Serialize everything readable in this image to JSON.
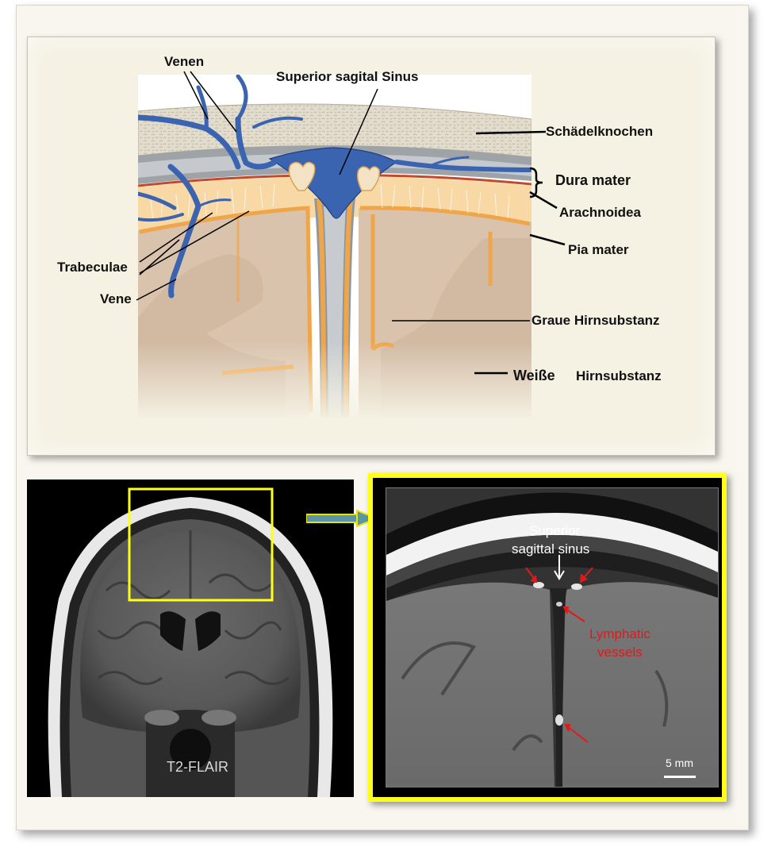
{
  "labels": {
    "venen": "Venen",
    "superior_sinus": "Superior sagital Sinus",
    "schaedel": "Schädelknochen",
    "dura": "Dura mater",
    "arachnoidea": "Arachnoidea",
    "pia": "Pia mater",
    "trabeculae": "Trabeculae",
    "vene": "Vene",
    "graue": "Graue Hirnsubstanz",
    "weisse_1": "Weiße",
    "weisse_2": "Hirnsubstanz"
  },
  "mri": {
    "left_caption": "T2-FLAIR",
    "sinus_line1": "Superior",
    "sinus_line2": "sagittal sinus",
    "lymph_line1": "Lymphatic",
    "lymph_line2": "vessels",
    "scale": "5 mm"
  },
  "colors": {
    "highlight_yellow": "#ffff1a",
    "vein_blue": "#3a63b0",
    "meninges_orange": "#f2a64a",
    "lymph_red": "#d01a1a"
  }
}
